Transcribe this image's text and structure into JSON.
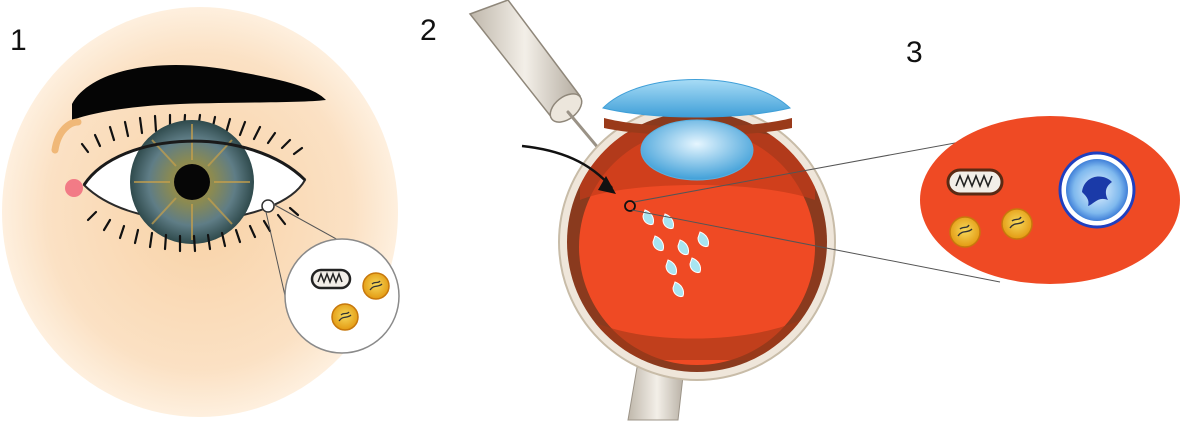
{
  "panels": [
    {
      "number": "1"
    },
    {
      "number": "2"
    },
    {
      "number": "3"
    }
  ],
  "colors": {
    "skin": "#fbe3c6",
    "eyebrow": "#050505",
    "iris": "#6f7f6a",
    "retina": "#ef4a24",
    "choroid": "#8a3a1e",
    "cornea": "#7ec8ee",
    "lens": "#6fbde8",
    "cell_yellow": "#f2c01c",
    "cell_core": "#e07a18",
    "nucleus_ring": "#1f4fd0",
    "nucleus": "#8cc7f2",
    "needle": "#d8d2c8"
  },
  "icons": [
    "eye-icon",
    "needle-icon",
    "eyeball-cross-section-icon",
    "mitochondrion-icon",
    "melanosome-icon",
    "nucleus-icon",
    "arrow-icon"
  ]
}
